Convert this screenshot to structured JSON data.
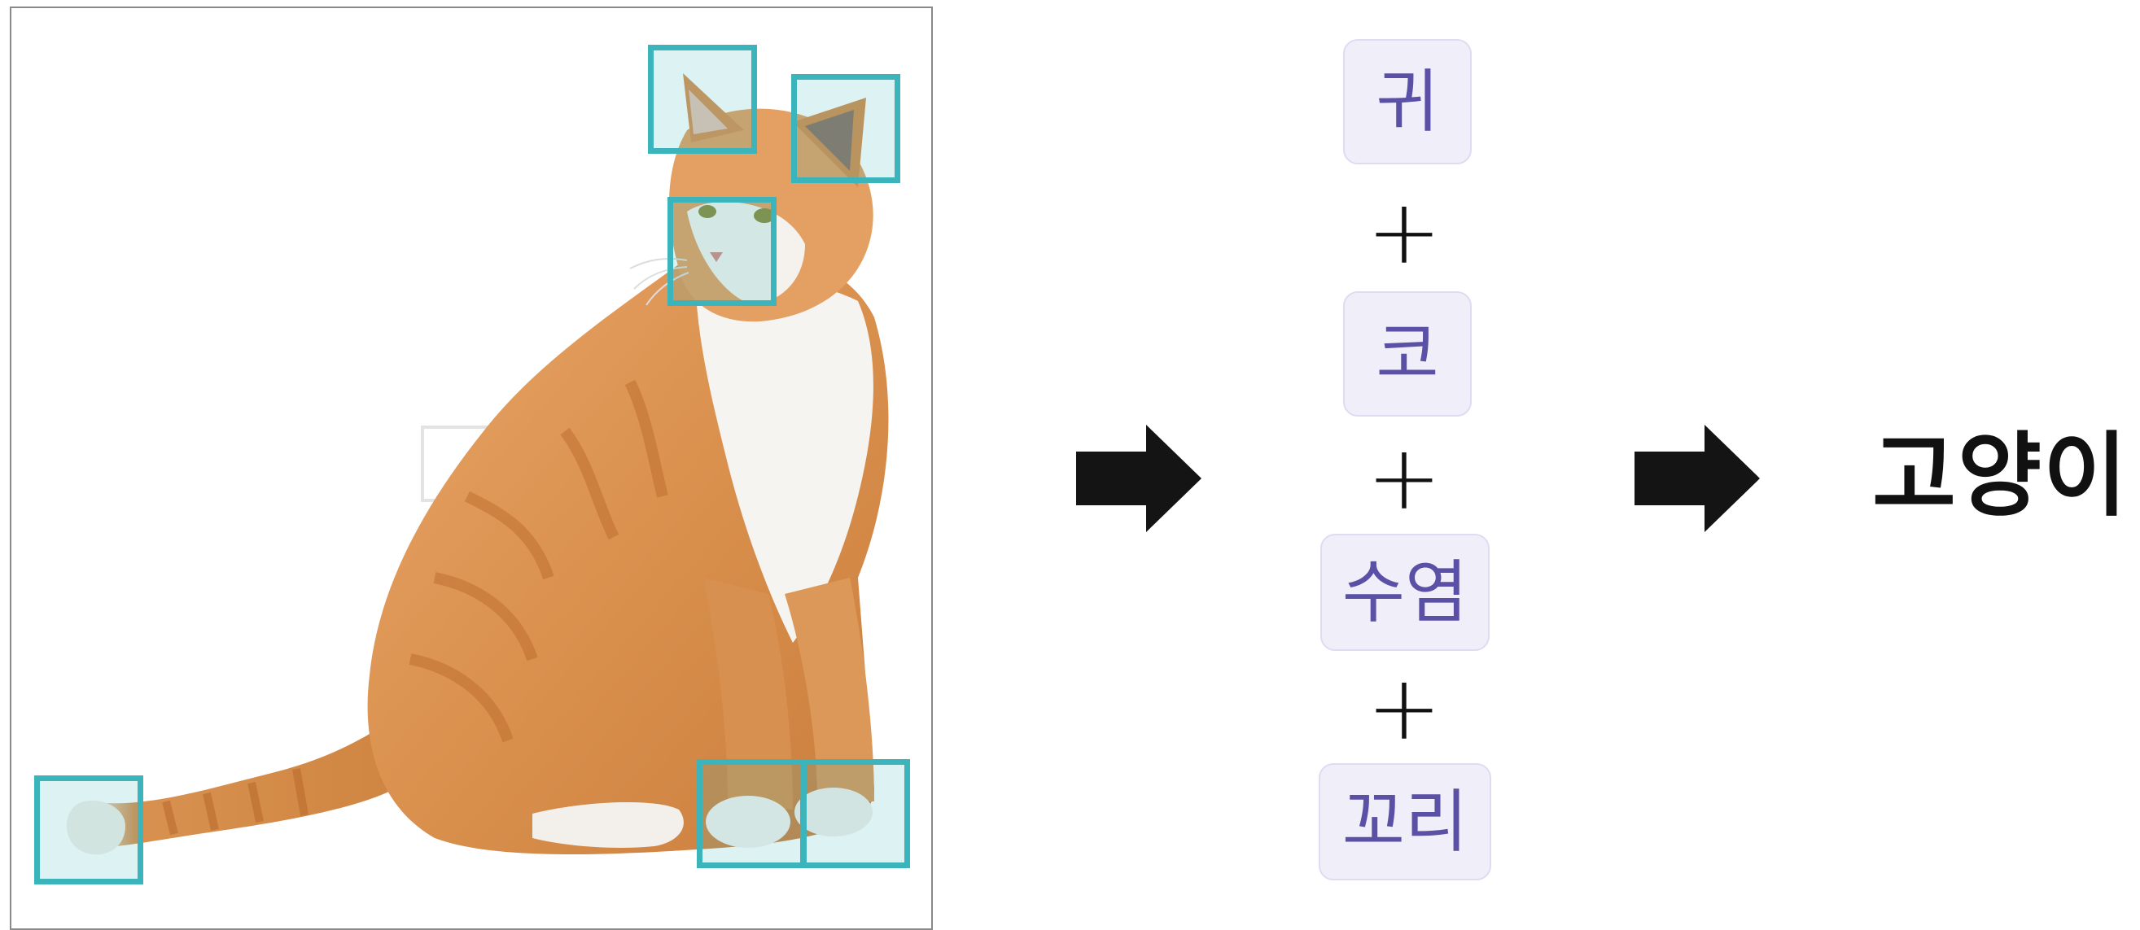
{
  "photo": {
    "subject": "cat",
    "part_boxes": [
      "ear-left",
      "ear-right",
      "nose",
      "tail",
      "paw-front",
      "paw-back"
    ]
  },
  "tokens": [
    "귀",
    "코",
    "수염",
    "꼬리"
  ],
  "plus_sign": "+",
  "result": "고양이",
  "colors": {
    "box_border": "#3bb5bb",
    "token_bg": "#efeef9",
    "token_text": "#5a50a6",
    "arrow": "#141414"
  }
}
